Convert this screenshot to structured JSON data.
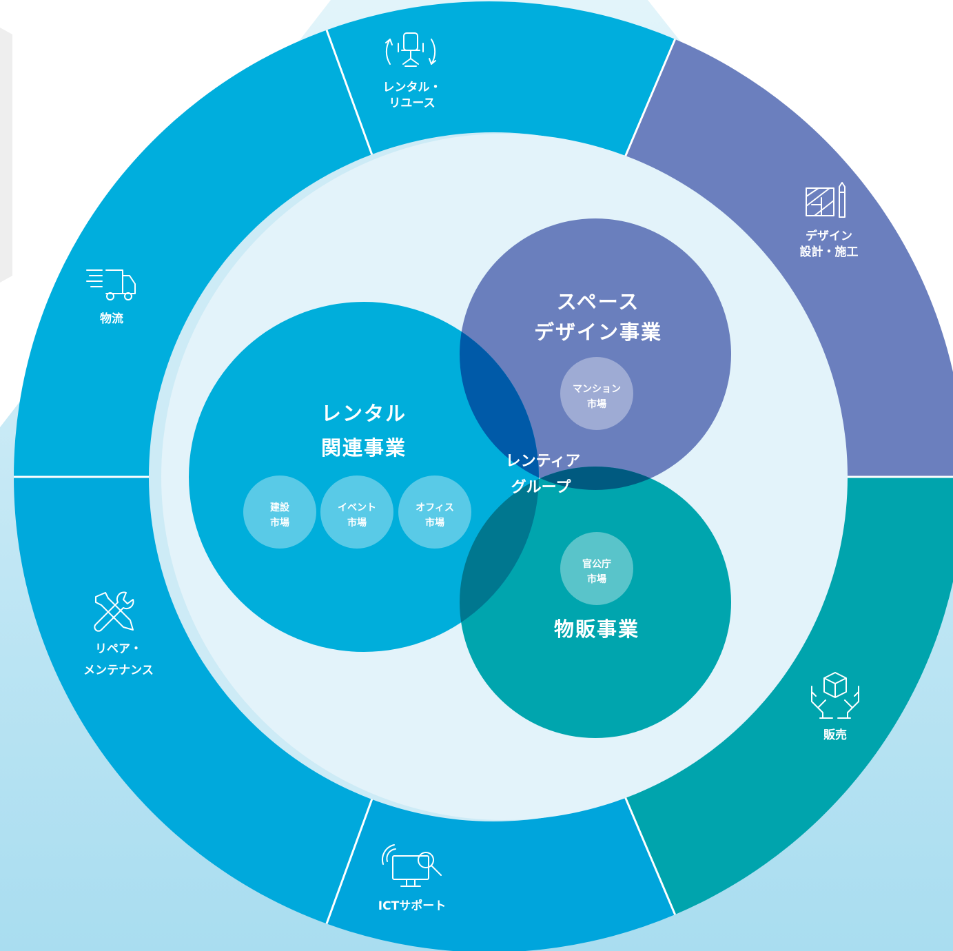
{
  "center": {
    "lines": [
      "レンティア",
      "グループ"
    ]
  },
  "business_circles": [
    {
      "id": "rental",
      "title_lines": [
        "レンタル",
        "関連事業"
      ],
      "color": "#00aedb",
      "markets": [
        [
          "建設",
          "市場"
        ],
        [
          "イベント",
          "市場"
        ],
        [
          "オフィス",
          "市場"
        ]
      ]
    },
    {
      "id": "space",
      "title_lines": [
        "スペース",
        "デザイン事業"
      ],
      "color": "#6a7fbd",
      "markets": [
        [
          "マンション",
          "市場"
        ]
      ]
    },
    {
      "id": "sales",
      "title_lines": [
        "物販事業"
      ],
      "color": "#00a5ae",
      "markets": [
        [
          "官公庁",
          "市場"
        ]
      ]
    }
  ],
  "ring_segments": [
    {
      "id": "rental-reuse",
      "label_lines": [
        "レンタル・",
        "リユース"
      ],
      "icon": "chair-rotate-icon",
      "color": "#00aedd"
    },
    {
      "id": "design",
      "label_lines": [
        "デザイン",
        "設計・施工"
      ],
      "icon": "blueprint-icon",
      "color": "#6b7fbe"
    },
    {
      "id": "sales",
      "label_lines": [
        "販売"
      ],
      "icon": "box-hands-icon",
      "color": "#00a4ad"
    },
    {
      "id": "ict",
      "label_lines": [
        "ICTサポート"
      ],
      "icon": "monitor-search-icon",
      "color": "#00a5dc"
    },
    {
      "id": "repair",
      "label_lines": [
        "リペア・",
        "メンテナンス"
      ],
      "icon": "tools-icon",
      "color": "#00a9dc"
    },
    {
      "id": "logistics",
      "label_lines": [
        "物流"
      ],
      "icon": "truck-icon",
      "color": "#00aedd"
    }
  ],
  "colors": {
    "inner_ring": "#cdebf6",
    "inner_disk": "#e3f3fa",
    "overlap_rental_space": "#005aa8",
    "overlap_rental_sales": "#00778f",
    "overlap_space_sales": "#005a80",
    "market_circle": "rgba(255,255,255,0.35)",
    "divider": "#ffffff"
  }
}
